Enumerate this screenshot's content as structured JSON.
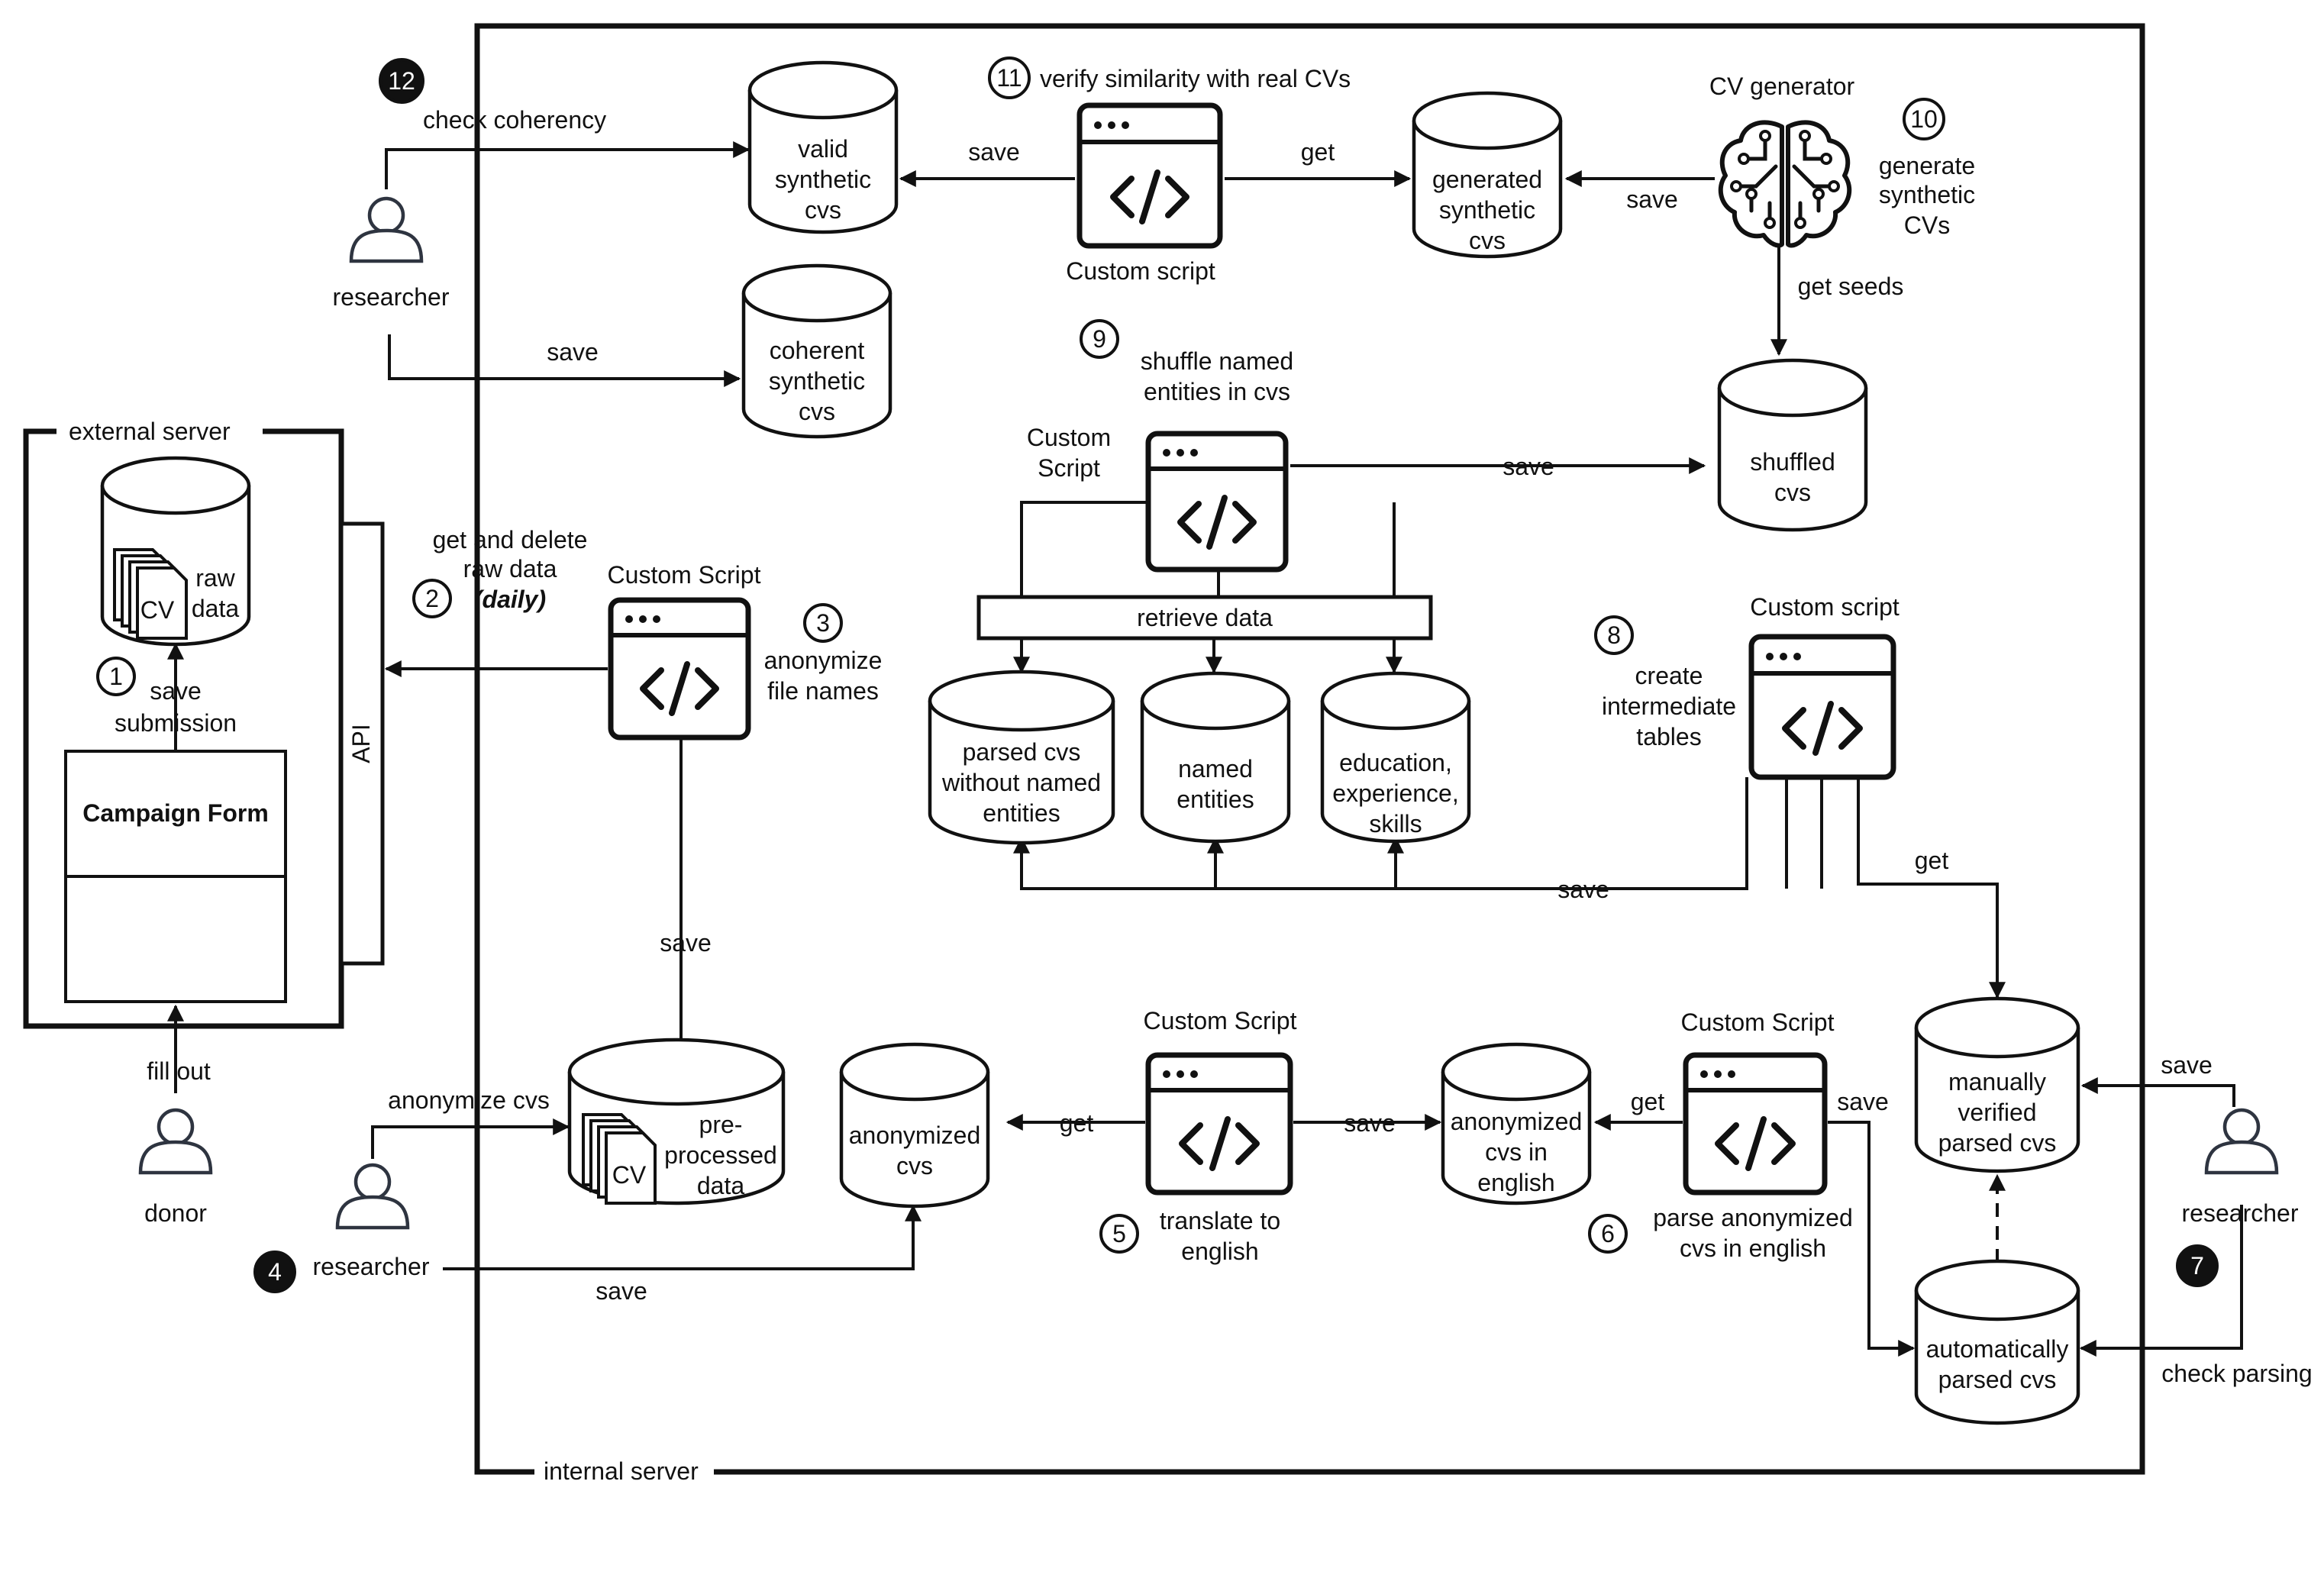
{
  "servers": {
    "internal": "internal server",
    "external": "external server",
    "api": "API"
  },
  "actors": {
    "donor": "donor",
    "researcher_top": "researcher",
    "researcher_bottom": "researcher",
    "researcher_right": "researcher"
  },
  "form": {
    "title": "Campaign Form"
  },
  "icons": {
    "database": "cylinder-database-icon",
    "script": "code-window-icon",
    "person": "person-icon",
    "document": "cv-document-stack-icon",
    "generator": "brain-circuit-icon"
  },
  "databases": {
    "raw": "raw data",
    "valid": [
      "valid",
      "synthetic",
      "cvs"
    ],
    "coherent": [
      "coherent",
      "synthetic",
      "cvs"
    ],
    "generated": [
      "generated",
      "synthetic",
      "cvs"
    ],
    "shuffled": [
      "shuffled",
      "cvs"
    ],
    "parsed_no_ne": [
      "parsed cvs",
      "without named",
      "entities"
    ],
    "named_entities": [
      "named",
      "entities"
    ],
    "edu": [
      "education,",
      "experience,",
      "skills"
    ],
    "preprocessed": [
      "pre-",
      "processed",
      "data"
    ],
    "anonymized": [
      "anonymized",
      "cvs"
    ],
    "anon_english": [
      "anonymized",
      "cvs in",
      "english"
    ],
    "manual": [
      "manually",
      "verified",
      "parsed cvs"
    ],
    "auto": [
      "automatically",
      "parsed cvs"
    ]
  },
  "doc_label": "CV",
  "scripts": {
    "verify": "Custom script",
    "shuffle": [
      "Custom",
      "Script"
    ],
    "anonymize": "Custom Script",
    "intermediate": "Custom script",
    "translate": "Custom Script",
    "parse": "Custom Script",
    "generator": "CV generator"
  },
  "retrieve": "retrieve data",
  "steps": {
    "s1": {
      "num": "1",
      "text": ""
    },
    "s2": {
      "num": "2",
      "text": [
        "get and delete",
        "raw data",
        "(daily)"
      ]
    },
    "s3": {
      "num": "3",
      "text": [
        "anonymize",
        "file names"
      ]
    },
    "s4": {
      "num": "4",
      "text": ""
    },
    "s5": {
      "num": "5",
      "text": [
        "translate to",
        "english"
      ]
    },
    "s6": {
      "num": "6",
      "text": [
        "parse anonymized",
        "cvs in english"
      ]
    },
    "s7": {
      "num": "7",
      "text": "check parsing"
    },
    "s8": {
      "num": "8",
      "text": [
        "create",
        "intermediate",
        "tables"
      ]
    },
    "s9": {
      "num": "9",
      "text": [
        "shuffle named",
        "entities in cvs"
      ]
    },
    "s10": {
      "num": "10",
      "text": [
        "generate",
        "synthetic",
        "CVs"
      ]
    },
    "s11": {
      "num": "11",
      "text": "verify similarity with real CVs"
    },
    "s12": {
      "num": "12",
      "text": "check coherency"
    }
  },
  "edges": {
    "fill_out": "fill out",
    "save_submission": [
      "save",
      "submission"
    ],
    "anonymize_cvs": "anonymize cvs",
    "save": "save",
    "get": "get",
    "get_seeds": "get seeds"
  }
}
